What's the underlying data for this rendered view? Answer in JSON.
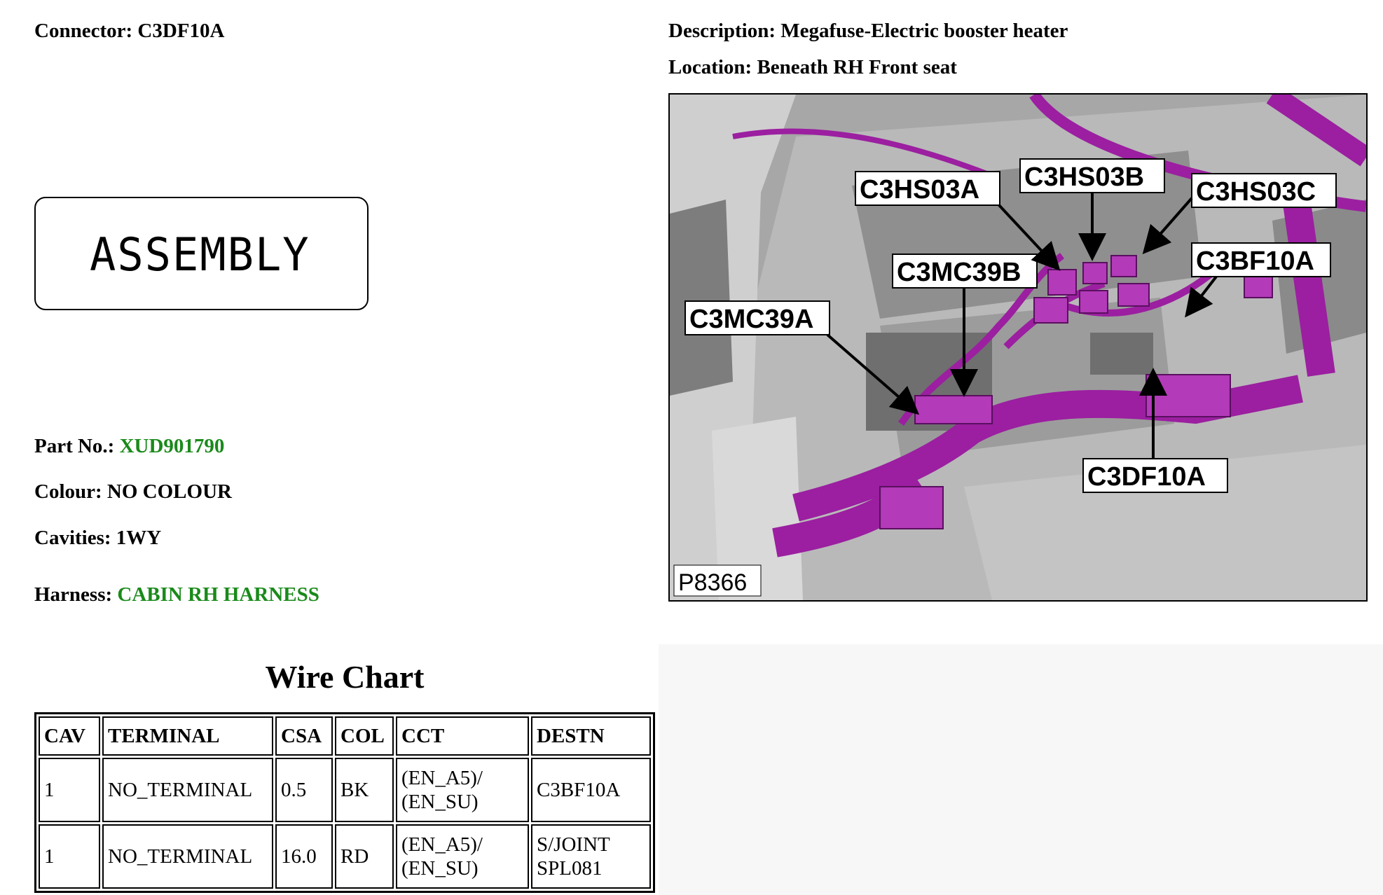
{
  "connector": {
    "label": "Connector:",
    "value": "C3DF10A"
  },
  "description": {
    "label": "Description:",
    "value": "Megafuse-Electric booster heater"
  },
  "location": {
    "label": "Location:",
    "value": "Beneath RH Front seat"
  },
  "assembly_text": "ASSEMBLY",
  "part_no": {
    "label": "Part No.:",
    "value": "XUD901790"
  },
  "colour": {
    "label": "Colour:",
    "value": "NO COLOUR"
  },
  "cavities": {
    "label": "Cavities:",
    "value": "1WY"
  },
  "harness": {
    "label": "Harness:",
    "value": "CABIN RH HARNESS"
  },
  "wire_chart": {
    "title": "Wire Chart",
    "headers": [
      "CAV",
      "TERMINAL",
      "CSA",
      "COL",
      "CCT",
      "DESTN"
    ],
    "rows": [
      {
        "cav": "1",
        "terminal": "NO_TERMINAL",
        "csa": "0.5",
        "col": "BK",
        "cct_1": "(EN_A5)/",
        "cct_2": "(EN_SU)",
        "destn_1": "C3BF10A",
        "destn_2": ""
      },
      {
        "cav": "1",
        "terminal": "NO_TERMINAL",
        "csa": "16.0",
        "col": "RD",
        "cct_1": "(EN_A5)/",
        "cct_2": "(EN_SU)",
        "destn_1": "S/JOINT",
        "destn_2": "SPL081"
      }
    ]
  },
  "image": {
    "ref": "P8366",
    "callouts": [
      "C3HS03A",
      "C3HS03B",
      "C3HS03C",
      "C3MC39B",
      "C3BF10A",
      "C3MC39A",
      "C3DF10A"
    ]
  },
  "colors": {
    "link_green": "#1a8a1a",
    "harness_purple": "#9b1fa0"
  }
}
